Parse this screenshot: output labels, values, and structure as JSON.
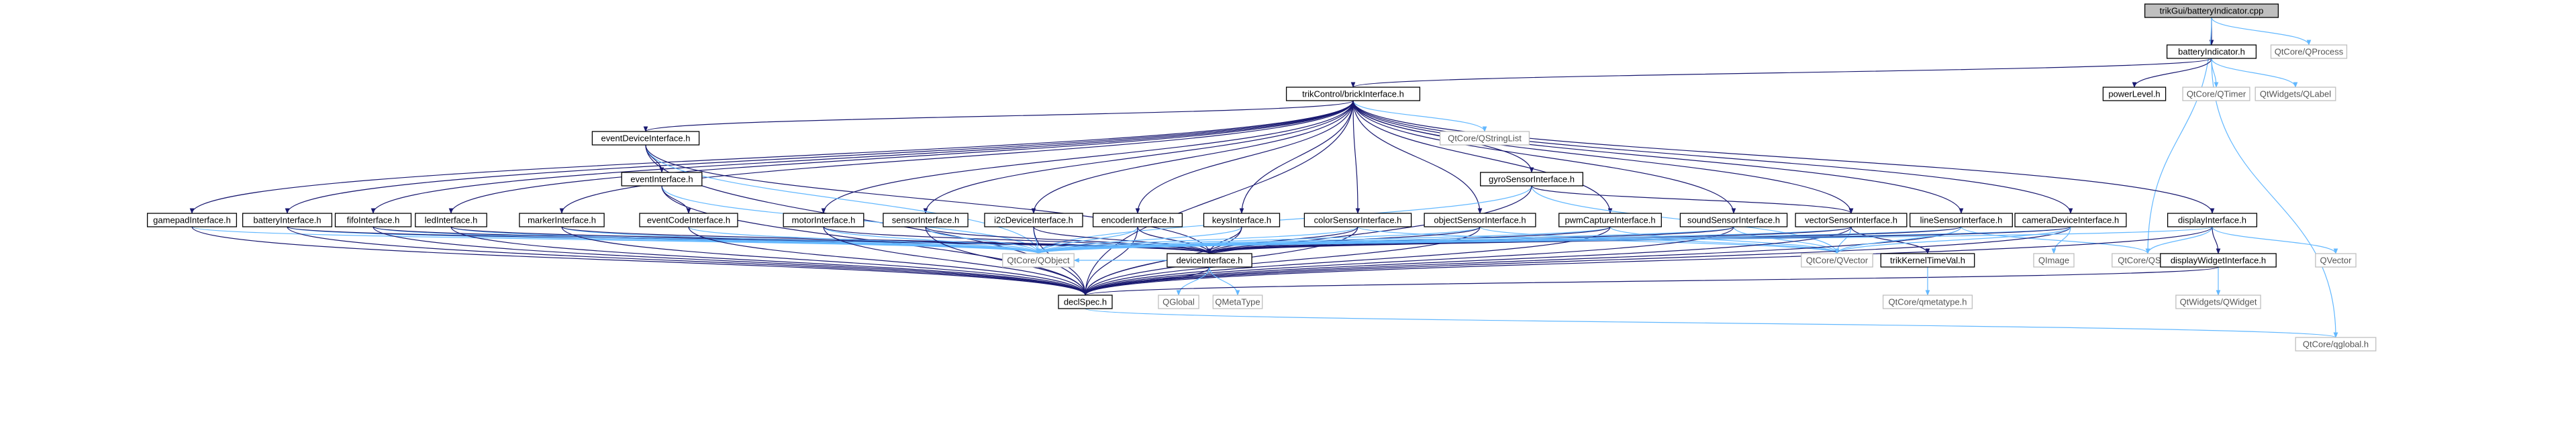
{
  "graph": {
    "nodes": [
      {
        "id": "battery_cpp",
        "label": "trikGui/batteryIndicator.cpp",
        "kind": "root"
      },
      {
        "id": "qprocess",
        "label": "QtCore/QProcess",
        "kind": "external"
      },
      {
        "id": "battery_h",
        "label": "batteryIndicator.h",
        "kind": "internal"
      },
      {
        "id": "brick",
        "label": "trikControl/brickInterface.h",
        "kind": "internal"
      },
      {
        "id": "powerlevel",
        "label": "powerLevel.h",
        "kind": "internal"
      },
      {
        "id": "qtimer",
        "label": "QtCore/QTimer",
        "kind": "external"
      },
      {
        "id": "qlabel",
        "label": "QtWidgets/QLabel",
        "kind": "external"
      },
      {
        "id": "eventdev",
        "label": "eventDeviceInterface.h",
        "kind": "internal"
      },
      {
        "id": "qstringlist",
        "label": "QtCore/QStringList",
        "kind": "external"
      },
      {
        "id": "eventif",
        "label": "eventInterface.h",
        "kind": "internal"
      },
      {
        "id": "gyro",
        "label": "gyroSensorInterface.h",
        "kind": "internal"
      },
      {
        "id": "gamepad",
        "label": "gamepadInterface.h",
        "kind": "internal"
      },
      {
        "id": "batteryif",
        "label": "batteryInterface.h",
        "kind": "internal"
      },
      {
        "id": "fifo",
        "label": "fifoInterface.h",
        "kind": "internal"
      },
      {
        "id": "led",
        "label": "ledInterface.h",
        "kind": "internal"
      },
      {
        "id": "marker",
        "label": "markerInterface.h",
        "kind": "internal"
      },
      {
        "id": "eventcode",
        "label": "eventCodeInterface.h",
        "kind": "internal"
      },
      {
        "id": "motor",
        "label": "motorInterface.h",
        "kind": "internal"
      },
      {
        "id": "sensor",
        "label": "sensorInterface.h",
        "kind": "internal"
      },
      {
        "id": "i2c",
        "label": "i2cDeviceInterface.h",
        "kind": "internal"
      },
      {
        "id": "encoder",
        "label": "encoderInterface.h",
        "kind": "internal"
      },
      {
        "id": "keys",
        "label": "keysInterface.h",
        "kind": "internal"
      },
      {
        "id": "color",
        "label": "colorSensorInterface.h",
        "kind": "internal"
      },
      {
        "id": "objsensor",
        "label": "objectSensorInterface.h",
        "kind": "internal"
      },
      {
        "id": "pwmcap",
        "label": "pwmCaptureInterface.h",
        "kind": "internal"
      },
      {
        "id": "sound",
        "label": "soundSensorInterface.h",
        "kind": "internal"
      },
      {
        "id": "vector",
        "label": "vectorSensorInterface.h",
        "kind": "internal"
      },
      {
        "id": "line",
        "label": "lineSensorInterface.h",
        "kind": "internal"
      },
      {
        "id": "camera",
        "label": "cameraDeviceInterface.h",
        "kind": "internal"
      },
      {
        "id": "display",
        "label": "displayInterface.h",
        "kind": "internal"
      },
      {
        "id": "qobject",
        "label": "QtCore/QObject",
        "kind": "external"
      },
      {
        "id": "devicei",
        "label": "deviceInterface.h",
        "kind": "internal"
      },
      {
        "id": "qvector",
        "label": "QtCore/QVector",
        "kind": "external"
      },
      {
        "id": "kerneltime",
        "label": "trikKernelTimeVal.h",
        "kind": "internal"
      },
      {
        "id": "qimage",
        "label": "QImage",
        "kind": "external"
      },
      {
        "id": "qstring",
        "label": "QtCore/QString",
        "kind": "external"
      },
      {
        "id": "displaywidget",
        "label": "displayWidgetInterface.h",
        "kind": "internal"
      },
      {
        "id": "qvector2",
        "label": "QVector",
        "kind": "external"
      },
      {
        "id": "declspec",
        "label": "declSpec.h",
        "kind": "internal"
      },
      {
        "id": "qglobal",
        "label": "QGlobal",
        "kind": "external"
      },
      {
        "id": "qmetatype",
        "label": "QMetaType",
        "kind": "external"
      },
      {
        "id": "qmetatype_h",
        "label": "QtCore/qmetatype.h",
        "kind": "external"
      },
      {
        "id": "qwidget",
        "label": "QtWidgets/QWidget",
        "kind": "external"
      },
      {
        "id": "qglobal_h",
        "label": "QtCore/qglobal.h",
        "kind": "external"
      }
    ],
    "edges": [
      [
        "battery_cpp",
        "battery_h"
      ],
      [
        "battery_cpp",
        "qprocess"
      ],
      [
        "battery_cpp",
        "qstring"
      ],
      [
        "battery_h",
        "brick"
      ],
      [
        "battery_h",
        "powerlevel"
      ],
      [
        "battery_h",
        "qtimer"
      ],
      [
        "battery_h",
        "qlabel"
      ],
      [
        "battery_h",
        "qglobal_h"
      ],
      [
        "brick",
        "eventdev"
      ],
      [
        "brick",
        "qstringlist"
      ],
      [
        "brick",
        "gyro"
      ],
      [
        "brick",
        "gamepad"
      ],
      [
        "brick",
        "batteryif"
      ],
      [
        "brick",
        "fifo"
      ],
      [
        "brick",
        "led"
      ],
      [
        "brick",
        "marker"
      ],
      [
        "brick",
        "motor"
      ],
      [
        "brick",
        "sensor"
      ],
      [
        "brick",
        "i2c"
      ],
      [
        "brick",
        "encoder"
      ],
      [
        "brick",
        "keys"
      ],
      [
        "brick",
        "color"
      ],
      [
        "brick",
        "objsensor"
      ],
      [
        "brick",
        "pwmcap"
      ],
      [
        "brick",
        "sound"
      ],
      [
        "brick",
        "vector"
      ],
      [
        "brick",
        "line"
      ],
      [
        "brick",
        "camera"
      ],
      [
        "brick",
        "display"
      ],
      [
        "brick",
        "declspec"
      ],
      [
        "eventdev",
        "eventif"
      ],
      [
        "eventdev",
        "qobject"
      ],
      [
        "eventdev",
        "declspec"
      ],
      [
        "eventdev",
        "devicei"
      ],
      [
        "eventif",
        "eventcode"
      ],
      [
        "eventif",
        "qobject"
      ],
      [
        "eventif",
        "declspec"
      ],
      [
        "gyro",
        "qobject"
      ],
      [
        "gyro",
        "vector"
      ],
      [
        "gyro",
        "qvector"
      ],
      [
        "gyro",
        "declspec"
      ],
      [
        "gamepad",
        "qobject"
      ],
      [
        "gamepad",
        "declspec"
      ],
      [
        "batteryif",
        "qobject"
      ],
      [
        "batteryif",
        "declspec"
      ],
      [
        "batteryif",
        "devicei"
      ],
      [
        "fifo",
        "qobject"
      ],
      [
        "fifo",
        "declspec"
      ],
      [
        "fifo",
        "devicei"
      ],
      [
        "led",
        "qobject"
      ],
      [
        "led",
        "declspec"
      ],
      [
        "led",
        "devicei"
      ],
      [
        "marker",
        "qobject"
      ],
      [
        "marker",
        "declspec"
      ],
      [
        "marker",
        "devicei"
      ],
      [
        "eventcode",
        "qobject"
      ],
      [
        "eventcode",
        "declspec"
      ],
      [
        "motor",
        "qobject"
      ],
      [
        "motor",
        "declspec"
      ],
      [
        "motor",
        "devicei"
      ],
      [
        "sensor",
        "qobject"
      ],
      [
        "sensor",
        "declspec"
      ],
      [
        "sensor",
        "devicei"
      ],
      [
        "i2c",
        "qobject"
      ],
      [
        "i2c",
        "declspec"
      ],
      [
        "i2c",
        "devicei"
      ],
      [
        "encoder",
        "qobject"
      ],
      [
        "encoder",
        "declspec"
      ],
      [
        "encoder",
        "devicei"
      ],
      [
        "keys",
        "qobject"
      ],
      [
        "keys",
        "declspec"
      ],
      [
        "keys",
        "devicei"
      ],
      [
        "color",
        "qobject"
      ],
      [
        "color",
        "declspec"
      ],
      [
        "color",
        "devicei"
      ],
      [
        "color",
        "qvector"
      ],
      [
        "objsensor",
        "qobject"
      ],
      [
        "objsensor",
        "declspec"
      ],
      [
        "objsensor",
        "devicei"
      ],
      [
        "objsensor",
        "qvector"
      ],
      [
        "pwmcap",
        "qobject"
      ],
      [
        "pwmcap",
        "declspec"
      ],
      [
        "pwmcap",
        "devicei"
      ],
      [
        "pwmcap",
        "qvector"
      ],
      [
        "sound",
        "qobject"
      ],
      [
        "sound",
        "declspec"
      ],
      [
        "sound",
        "devicei"
      ],
      [
        "sound",
        "qvector"
      ],
      [
        "vector",
        "qobject"
      ],
      [
        "vector",
        "declspec"
      ],
      [
        "vector",
        "devicei"
      ],
      [
        "vector",
        "qvector"
      ],
      [
        "vector",
        "kerneltime"
      ],
      [
        "line",
        "qobject"
      ],
      [
        "line",
        "declspec"
      ],
      [
        "line",
        "devicei"
      ],
      [
        "line",
        "qvector"
      ],
      [
        "line",
        "qstring"
      ],
      [
        "camera",
        "qobject"
      ],
      [
        "camera",
        "declspec"
      ],
      [
        "camera",
        "devicei"
      ],
      [
        "camera",
        "qvector"
      ],
      [
        "camera",
        "qimage"
      ],
      [
        "display",
        "qobject"
      ],
      [
        "display",
        "declspec"
      ],
      [
        "display",
        "qstring"
      ],
      [
        "display",
        "displaywidget"
      ],
      [
        "display",
        "qvector2"
      ],
      [
        "devicei",
        "qobject"
      ],
      [
        "devicei",
        "declspec"
      ],
      [
        "devicei",
        "qglobal"
      ],
      [
        "devicei",
        "qmetatype"
      ],
      [
        "displaywidget",
        "qwidget"
      ],
      [
        "displaywidget",
        "declspec"
      ],
      [
        "kerneltime",
        "qmetatype_h"
      ],
      [
        "declspec",
        "qglobal_h"
      ]
    ]
  }
}
